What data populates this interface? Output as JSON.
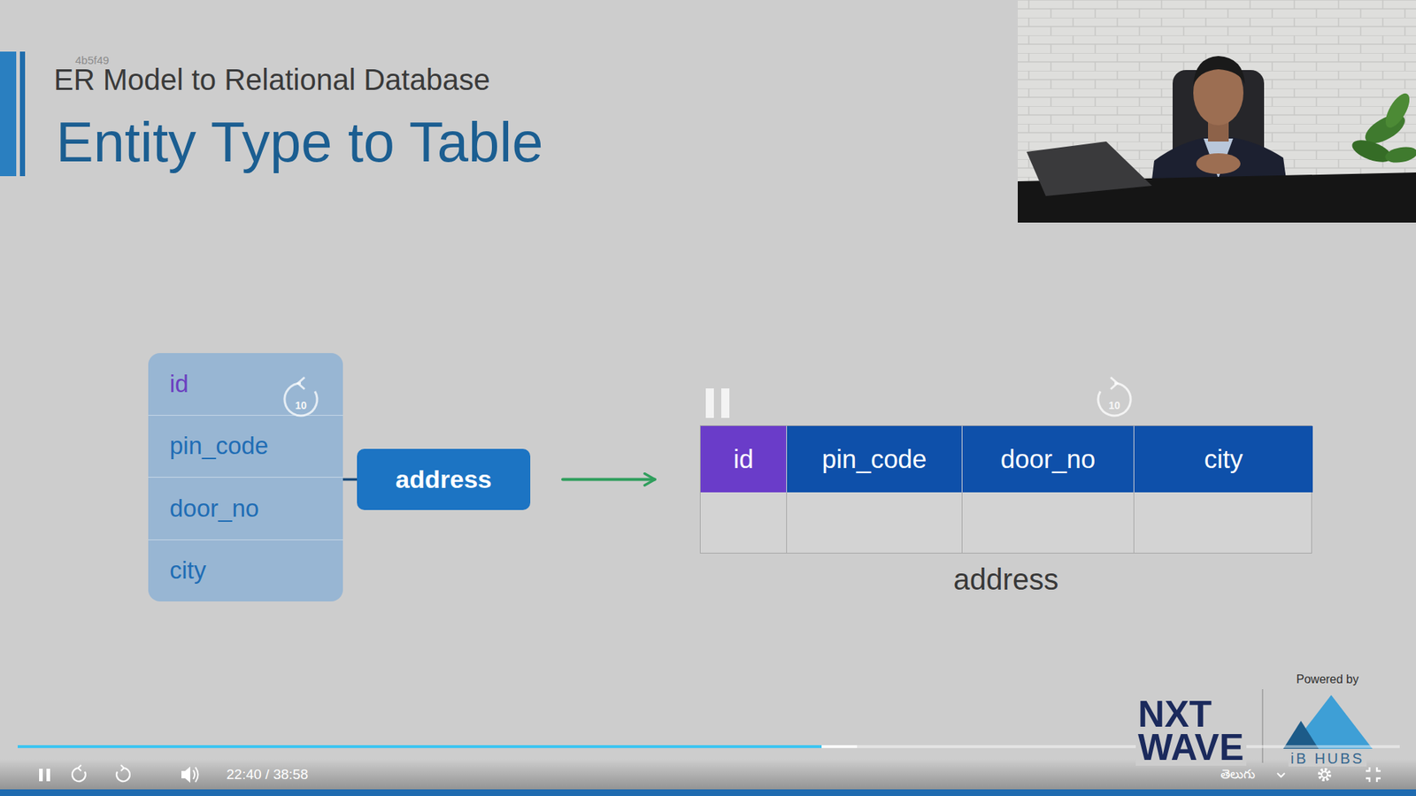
{
  "diagram": {
    "title": "Entity Type to Table",
    "nodes": [
      {
        "text": [
          "id",
          "pin_code",
          "door_no",
          "city"
        ]
      },
      {
        "text": [
          "address"
        ]
      },
      {
        "text": [
          "address"
        ]
      }
    ],
    "edges": [
      {
        "from": 0,
        "to": 1,
        "arrow": "none"
      },
      {
        "from": 1,
        "to": 2,
        "arrow": "to"
      }
    ],
    "labels": [
      "4b5f49",
      "ER Model to Relational Database",
      "10",
      "10",
      "id",
      "pin_code",
      "door_no",
      "city",
      "Powered by",
      "NXT",
      "WAVE",
      "iB HUBS",
      "22:40 / 38:58",
      "తెలుగు"
    ]
  }
}
